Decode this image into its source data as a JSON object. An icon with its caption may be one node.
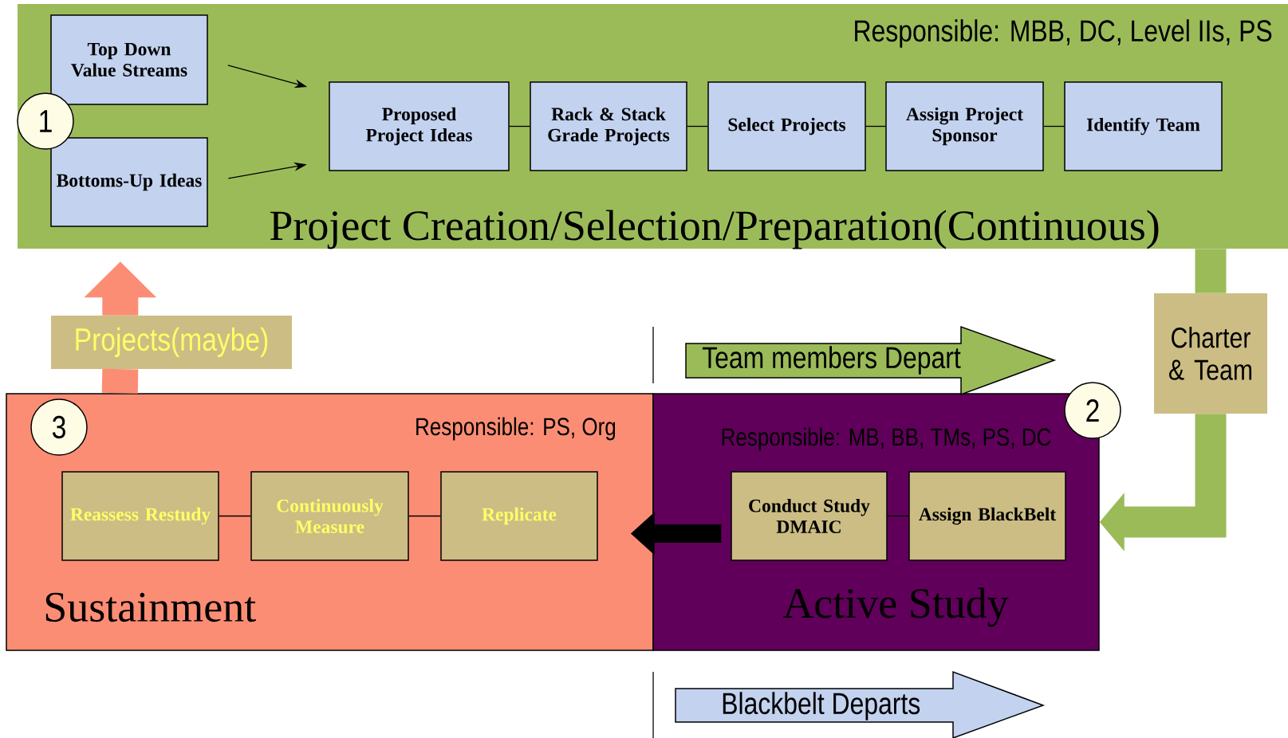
{
  "diagram": {
    "nodes": [
      {
        "text": [
          "Responsible: MBB, DC, Level IIs, PS",
          "Project Creation/Selection/Preparation(Continuous)"
        ]
      },
      {
        "text": [
          "Top Down Value Streams"
        ],
        "in": 0
      },
      {
        "text": [
          "Bottoms-Up Ideas"
        ],
        "in": 0
      },
      {
        "text": [
          "1"
        ],
        "in": 0
      },
      {
        "text": [
          "Proposed Project Ideas"
        ],
        "in": 0
      },
      {
        "text": [
          "Rack & Stack Grade Projects"
        ],
        "in": 0
      },
      {
        "text": [
          "Select Projects"
        ],
        "in": 0
      },
      {
        "text": [
          "Assign Project Sponsor"
        ],
        "in": 0
      },
      {
        "text": [
          "Identify Team"
        ],
        "in": 0
      },
      {
        "text": [
          "Responsible: PS, Org",
          "Sustainment"
        ]
      },
      {
        "text": [
          "3"
        ],
        "in": 9
      },
      {
        "text": [
          "Reassess Restudy"
        ],
        "in": 9
      },
      {
        "text": [
          "Continuously Measure"
        ],
        "in": 9
      },
      {
        "text": [
          "Replicate"
        ],
        "in": 9
      },
      {
        "text": [
          "Responsible: MB, BB, TMs, PS, DC",
          "Active Study"
        ]
      },
      {
        "text": [
          "2"
        ]
      },
      {
        "text": [
          "Conduct Study DMAIC"
        ],
        "in": 14
      },
      {
        "text": [
          "Assign BlackBelt"
        ],
        "in": 14
      },
      {
        "text": [
          "Charter & Team"
        ]
      },
      {
        "text": [
          "Projects(maybe)"
        ]
      },
      {
        "text": [
          "Team members Depart"
        ]
      },
      {
        "text": [
          "Blackbelt Departs"
        ]
      }
    ],
    "edges": [
      {
        "from": 1,
        "to": 4,
        "arrow": "to"
      },
      {
        "from": 2,
        "to": 4,
        "arrow": "to"
      },
      {
        "from": 4,
        "to": 5,
        "arrow": "none"
      },
      {
        "from": 5,
        "to": 6,
        "arrow": "none"
      },
      {
        "from": 6,
        "to": 7,
        "arrow": "none"
      },
      {
        "from": 7,
        "to": 8,
        "arrow": "none"
      },
      {
        "from": 0,
        "to": 18,
        "arrow": "none",
        "style": "thick",
        "color": "#9bbb59"
      },
      {
        "from": 18,
        "to": 14,
        "arrow": "to",
        "style": "thick",
        "color": "#9bbb59"
      },
      {
        "from": 16,
        "to": 13,
        "arrow": "to",
        "style": "thick"
      },
      {
        "from": 11,
        "to": 12,
        "arrow": "none"
      },
      {
        "from": 12,
        "to": 13,
        "arrow": "none"
      },
      {
        "from": 16,
        "to": 17,
        "arrow": "none"
      },
      {
        "from": 9,
        "to": 19,
        "arrow": "none",
        "style": "thick",
        "color": "#fc8d75"
      },
      {
        "from": 19,
        "to": 0,
        "arrow": "to",
        "style": "thick",
        "color": "#fc8d75"
      }
    ]
  }
}
